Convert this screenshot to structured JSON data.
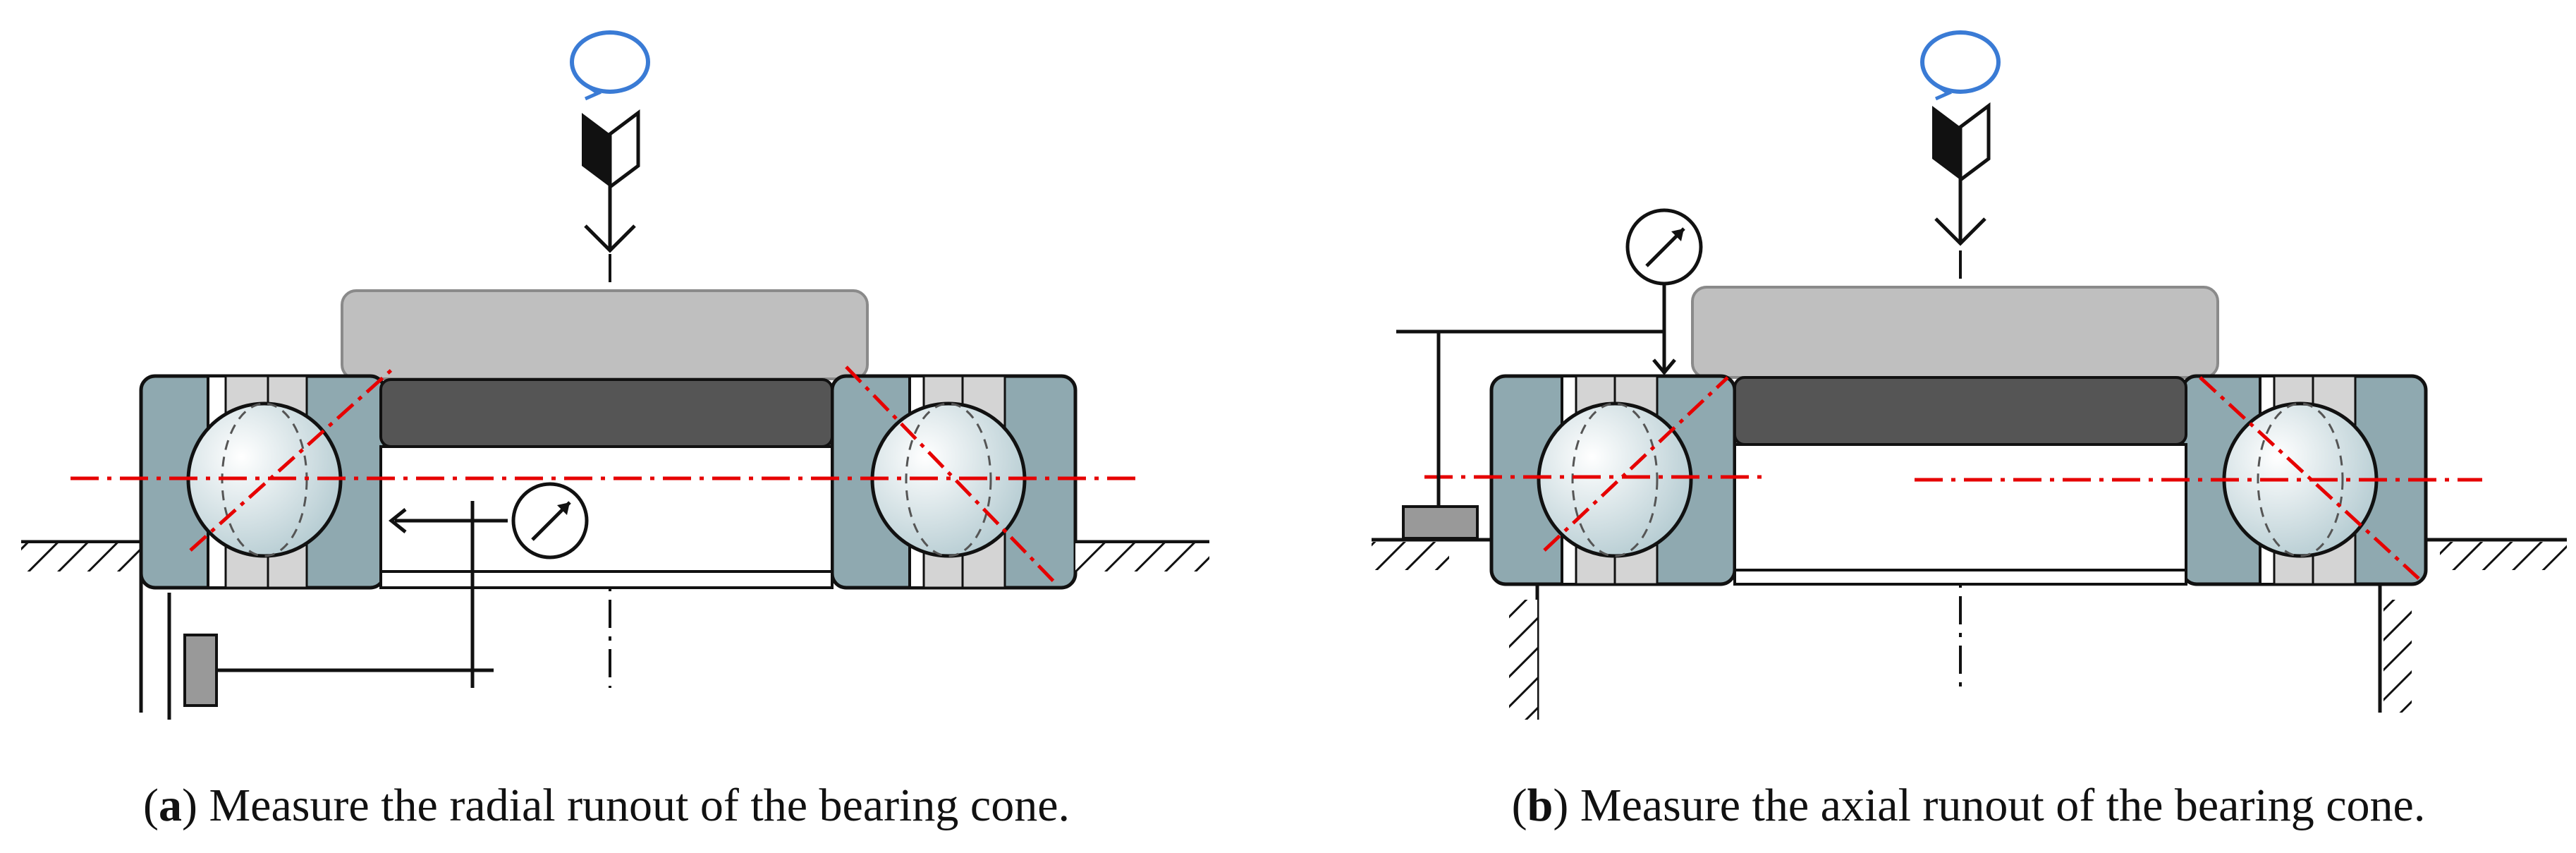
{
  "captions": {
    "a": {
      "label": "a",
      "text": "Measure the radial runout of the bearing cone."
    },
    "b": {
      "label": "b",
      "text": "Measure the axial runout of the bearing cone."
    }
  },
  "colors": {
    "housing": "#8fa9b0",
    "cone": "#bfbfbf",
    "inner_ring": "#555555",
    "ball": "#d2dfe3",
    "cage": "#d4d4d4",
    "center_line": "#e60000",
    "rotation_arrow": "#3a7bd5",
    "stroke": "#111111",
    "block": "#999999"
  },
  "icons": {
    "rotation": "circular-arrow-icon",
    "load": "chevron-down-icon",
    "dial_gauge": "dial-gauge-icon",
    "ground": "hatched-ground-icon"
  }
}
